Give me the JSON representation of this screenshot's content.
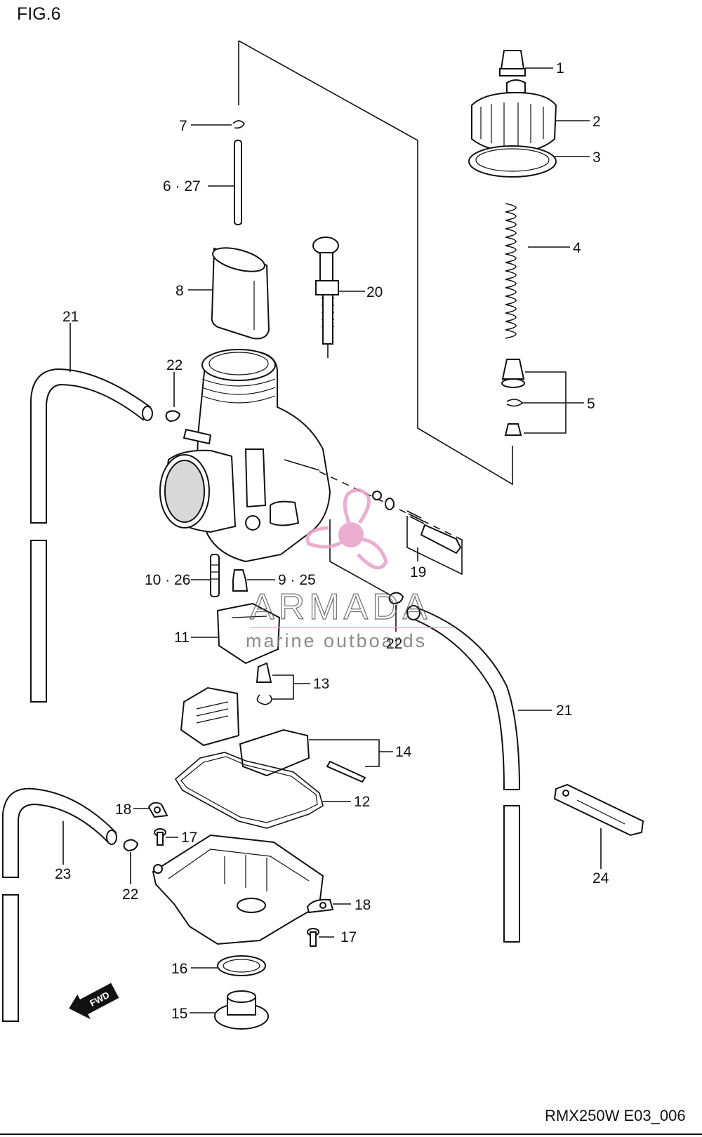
{
  "figure_title": "FIG.6",
  "diagram_code": "RMX250W E03_006",
  "watermark": {
    "brand": "ARMADA",
    "tagline": "marine outboards",
    "accent_color": "#e8a0c8"
  },
  "direction_arrow_text": "FWD",
  "callouts": {
    "c1": "1",
    "c2": "2",
    "c3": "3",
    "c4": "4",
    "c5": "5",
    "c6_27": "6 · 27",
    "c7": "7",
    "c8": "8",
    "c9_25": "9 · 25",
    "c10_26": "10 · 26",
    "c11": "11",
    "c12": "12",
    "c13": "13",
    "c14": "14",
    "c15": "15",
    "c16": "16",
    "c17a": "17",
    "c17b": "17",
    "c18a": "18",
    "c18b": "18",
    "c19": "19",
    "c20": "20",
    "c21a": "21",
    "c21b": "21",
    "c22a": "22",
    "c22b": "22",
    "c22c": "22",
    "c23": "23",
    "c24": "24"
  }
}
